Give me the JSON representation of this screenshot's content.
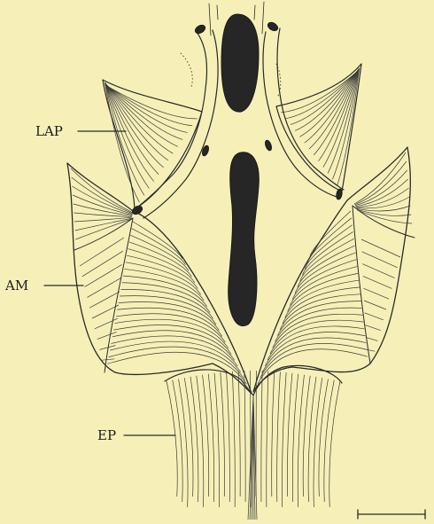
{
  "figure": {
    "background": "#f6f0b8",
    "ink": "#262626",
    "labels": {
      "lap": "LAP",
      "am": "AM",
      "ep": "EP"
    },
    "has_scale_bar": true
  }
}
